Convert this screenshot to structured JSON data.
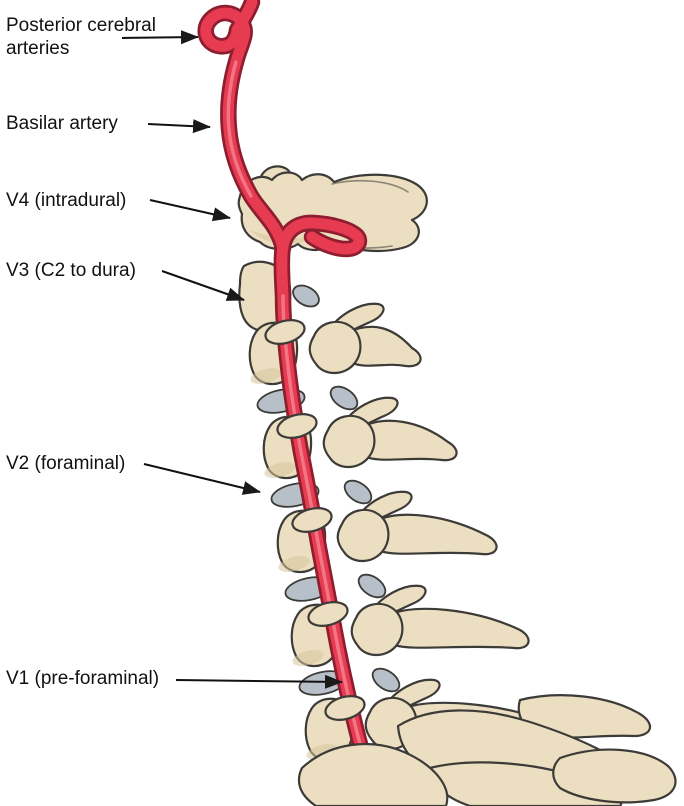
{
  "labels": [
    {
      "id": "posterior-cerebral-arteries",
      "text": "Posterior cerebral arteries"
    },
    {
      "id": "basilar-artery",
      "text": "Basilar artery"
    },
    {
      "id": "v4",
      "text": "V4 (intradural)"
    },
    {
      "id": "v3",
      "text": "V3 (C2 to dura)"
    },
    {
      "id": "v2",
      "text": "V2 (foraminal)"
    },
    {
      "id": "v1",
      "text": "V1 (pre-foraminal)"
    }
  ],
  "colors": {
    "artery": "#e63b50",
    "artery_dark": "#8e1e2f",
    "artery_highlight": "#f2808d",
    "bone": "#ecdfc1",
    "bone_shade": "#d7c49a",
    "disc": "#b7c0c9",
    "outline": "#3d3b38",
    "text": "#111111",
    "background": "#ffffff"
  }
}
